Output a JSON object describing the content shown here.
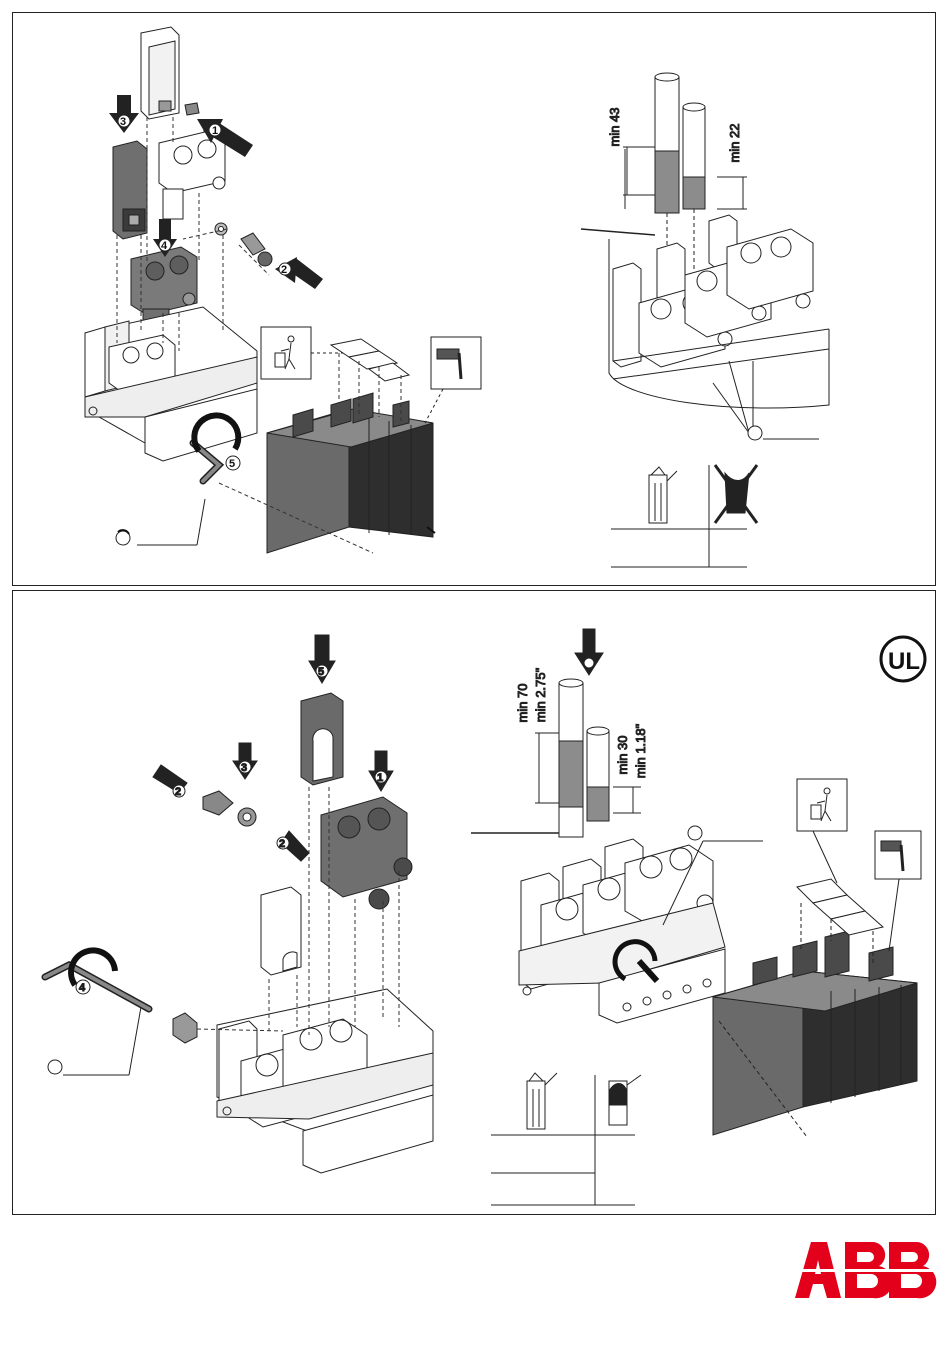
{
  "top_panel": {
    "steps": [
      "1",
      "2",
      "3",
      "4",
      "5"
    ],
    "dimensions": {
      "large_cable_strip": "min 43",
      "small_cable_strip": "min 22"
    },
    "icons": [
      "recycle-bin-person-icon",
      "hammer-icon",
      "torque-wrench-icon"
    ]
  },
  "bottom_panel": {
    "steps": [
      "1",
      "2",
      "2",
      "3",
      "4",
      "5"
    ],
    "dimensions": {
      "large_cable_strip_mm": "min 70",
      "large_cable_strip_in": "min 2.75\"",
      "small_cable_strip_mm": "min 30",
      "small_cable_strip_in": "min 1.18\""
    },
    "certification_mark": "UL",
    "icons": [
      "recycle-bin-person-icon",
      "hammer-icon",
      "torque-wrench-icon"
    ]
  },
  "brand": {
    "name": "ABB",
    "color": "#e2001a"
  }
}
